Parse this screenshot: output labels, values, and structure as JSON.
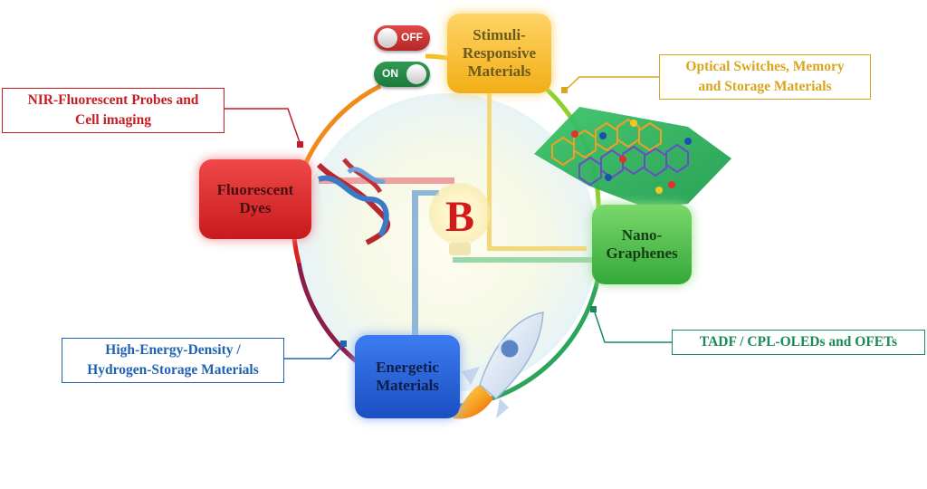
{
  "center": {
    "letter": "B",
    "letter_color": "#d21a1a"
  },
  "nodes": {
    "stimuli": {
      "label": "Stimuli-Responsive Materials",
      "lines": [
        "Stimuli-",
        "Responsive",
        "Materials"
      ],
      "color": "#f2b417"
    },
    "fluorescent": {
      "label": "Fluorescent Dyes",
      "lines": [
        "Fluorescent",
        "Dyes"
      ],
      "color": "#e0202a"
    },
    "nanographenes": {
      "label": "Nano-Graphenes",
      "lines": [
        "Nano-",
        "Graphenes"
      ],
      "color": "#4fc24a"
    },
    "energetic": {
      "label": "Energetic Materials",
      "lines": [
        "Energetic",
        "Materials"
      ],
      "color": "#1f5fd6"
    }
  },
  "toggles": {
    "off": "OFF",
    "on": "ON"
  },
  "callouts": {
    "nir": {
      "lines": [
        "NIR-Fluorescent Probes and",
        "Cell imaging"
      ],
      "color": "#c41e24"
    },
    "optical": {
      "lines": [
        "Optical Switches, Memory",
        "and Storage Materials"
      ],
      "color": "#d9a51e"
    },
    "tadf": {
      "lines": [
        "TADF / CPL-OLEDs and OFETs"
      ],
      "color": "#1a8a5a"
    },
    "energy": {
      "lines": [
        "High-Energy-Density /",
        "Hydrogen-Storage Materials"
      ],
      "color": "#1f63b0"
    }
  }
}
